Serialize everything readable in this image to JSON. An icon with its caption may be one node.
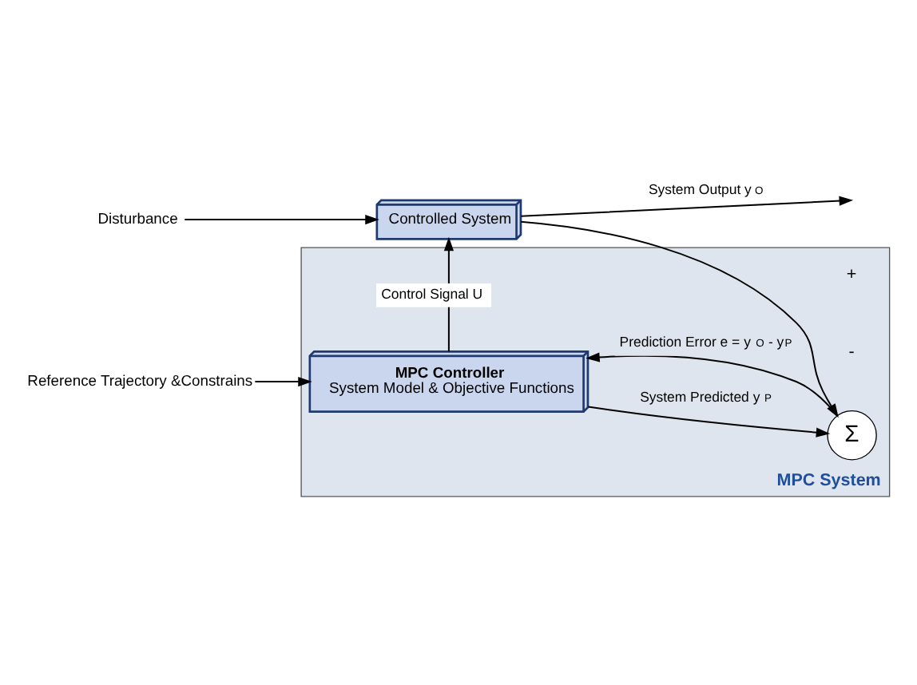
{
  "diagram": {
    "nodes": [
      {
        "text": [
          "MPC System"
        ]
      },
      {
        "text": [
          "MPC Controller",
          "System Model & Objective Functions"
        ],
        "in": 0
      },
      {
        "text": [
          "Σ"
        ],
        "in": 0
      },
      {
        "text": [
          "Controlled System"
        ]
      },
      {
        "text": [
          "Disturbance"
        ]
      },
      {
        "text": [
          "Reference Trajectory &Constrains"
        ]
      }
    ],
    "edges": [
      {
        "from": 4,
        "to": 3,
        "arrow": "to"
      },
      {
        "from": 1,
        "to": 3,
        "label": "Control Signal U",
        "arrow": "to"
      },
      {
        "from": 3,
        "to": null,
        "label": "System Output y$_{O}$",
        "arrow": "to"
      },
      {
        "from": 3,
        "to": 2,
        "arrow": "to"
      },
      {
        "from": 5,
        "to": 1,
        "arrow": "to"
      },
      {
        "from": 1,
        "to": 2,
        "label": "System Predicted y$_{P}$",
        "arrow": "to"
      },
      {
        "from": 2,
        "to": 1,
        "label": "Prediction Error e = y$_{O}$ - y$_{P}$",
        "arrow": "to"
      }
    ],
    "labels": [
      "+",
      "-"
    ]
  }
}
